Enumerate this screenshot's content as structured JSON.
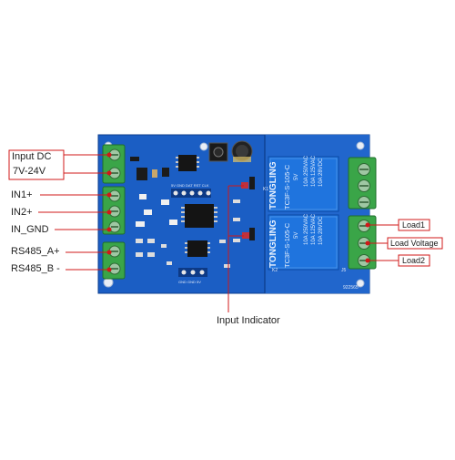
{
  "labels": {
    "input_dc_line1": "Input DC",
    "input_dc_line2": "7V-24V",
    "in1": "IN1+",
    "in2": "IN2+",
    "in_gnd": "IN_GND",
    "rs485_a": "RS485_A+",
    "rs485_b": "RS485_B -",
    "input_indicator": "Input Indicator",
    "load1": "Load1",
    "load_voltage": "Load Voltage",
    "load2": "Load2"
  },
  "relay": {
    "brand": "TONGLING",
    "model": "TC3F-S-105-C",
    "voltage": "5V",
    "rating_1": "10A 250VAC",
    "rating_2": "10A 125VAC",
    "rating_3": "10A 28VDC",
    "rating_4": "10A 250VAC",
    "rating_5": "10A 125VAC",
    "rating_6": "10A 28VDC"
  },
  "silkscreen": {
    "header_top": "5V GND DAT RST CLK",
    "header_bottom": "GND GND 5V",
    "k1": "K1",
    "k2": "K2",
    "j5": "J5",
    "date": "922565"
  },
  "colors": {
    "pcb": "#1d5fc6",
    "terminal": "#3ea84a",
    "callout": "#d01818",
    "relay": "#1a6ed6"
  }
}
